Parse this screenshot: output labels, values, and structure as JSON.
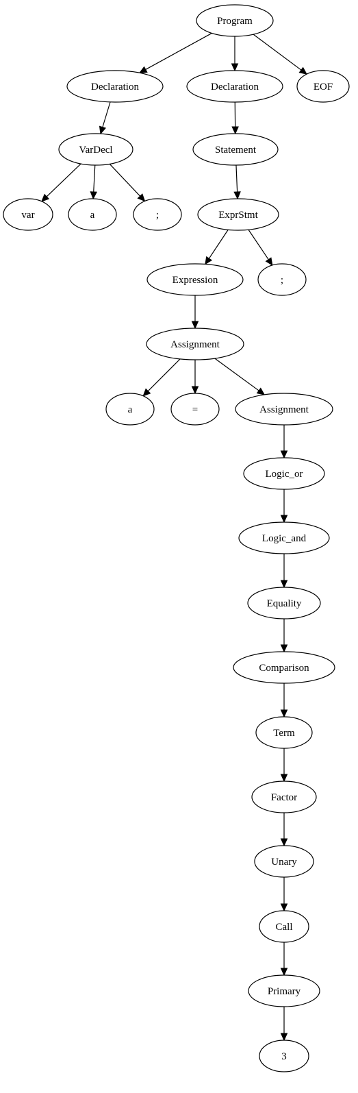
{
  "nodes": [
    {
      "id": "program",
      "label": "Program"
    },
    {
      "id": "decl1",
      "label": "Declaration"
    },
    {
      "id": "decl2",
      "label": "Declaration"
    },
    {
      "id": "eof",
      "label": "EOF"
    },
    {
      "id": "vardecl",
      "label": "VarDecl"
    },
    {
      "id": "var",
      "label": "var"
    },
    {
      "id": "a1",
      "label": "a"
    },
    {
      "id": "semi1",
      "label": ";"
    },
    {
      "id": "statement",
      "label": "Statement"
    },
    {
      "id": "exprstmt",
      "label": "ExprStmt"
    },
    {
      "id": "expression",
      "label": "Expression"
    },
    {
      "id": "semi2",
      "label": ";"
    },
    {
      "id": "assign1",
      "label": "Assignment"
    },
    {
      "id": "a2",
      "label": "a"
    },
    {
      "id": "eq",
      "label": "="
    },
    {
      "id": "assign2",
      "label": "Assignment"
    },
    {
      "id": "logic_or",
      "label": "Logic_or"
    },
    {
      "id": "logic_and",
      "label": "Logic_and"
    },
    {
      "id": "equality",
      "label": "Equality"
    },
    {
      "id": "comparison",
      "label": "Comparison"
    },
    {
      "id": "term",
      "label": "Term"
    },
    {
      "id": "factor",
      "label": "Factor"
    },
    {
      "id": "unary",
      "label": "Unary"
    },
    {
      "id": "call",
      "label": "Call"
    },
    {
      "id": "primary",
      "label": "Primary"
    },
    {
      "id": "three",
      "label": "3"
    }
  ],
  "edges": [
    [
      "program",
      "decl1"
    ],
    [
      "program",
      "decl2"
    ],
    [
      "program",
      "eof"
    ],
    [
      "decl1",
      "vardecl"
    ],
    [
      "vardecl",
      "var"
    ],
    [
      "vardecl",
      "a1"
    ],
    [
      "vardecl",
      "semi1"
    ],
    [
      "decl2",
      "statement"
    ],
    [
      "statement",
      "exprstmt"
    ],
    [
      "exprstmt",
      "expression"
    ],
    [
      "exprstmt",
      "semi2"
    ],
    [
      "expression",
      "assign1"
    ],
    [
      "assign1",
      "a2"
    ],
    [
      "assign1",
      "eq"
    ],
    [
      "assign1",
      "assign2"
    ],
    [
      "assign2",
      "logic_or"
    ],
    [
      "logic_or",
      "logic_and"
    ],
    [
      "logic_and",
      "equality"
    ],
    [
      "equality",
      "comparison"
    ],
    [
      "comparison",
      "term"
    ],
    [
      "term",
      "factor"
    ],
    [
      "factor",
      "unary"
    ],
    [
      "unary",
      "call"
    ],
    [
      "call",
      "primary"
    ],
    [
      "primary",
      "three"
    ]
  ]
}
